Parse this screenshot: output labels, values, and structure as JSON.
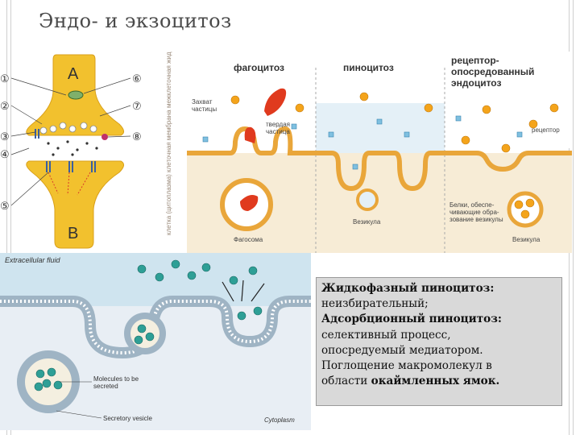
{
  "title": "Эндо- и экзоцитоз",
  "synapse": {
    "label_top": "A",
    "label_bottom": "B",
    "callouts_left": [
      "①",
      "②",
      "③",
      "④",
      "⑤"
    ],
    "callouts_right": [
      "⑥",
      "⑦",
      "⑧"
    ],
    "side_labels": [
      "межклеточная жидкость",
      "клеточная мембрана",
      "клетка (цитоплазма)"
    ]
  },
  "top_diagram": {
    "headers": {
      "phagocytosis": "фагоцитоз",
      "pinocytosis": "пиноцитоз",
      "receptor": "рецептор-опосредованный эндоцитоз"
    },
    "labels": {
      "capture": "Захват частицы",
      "solid": "твердая частица",
      "receptor": "рецептор",
      "phagosome": "Фагосома",
      "vesicle1": "Везикула",
      "proteins": "Белки, обеспе-чивающие обра-зование везикулы",
      "vesicle2": "Везикула"
    }
  },
  "bottom_diagram": {
    "extracellular": "Extracellular fluid",
    "molecules": "Molecules to be secreted",
    "secretory": "Secretory vesicle",
    "cytoplasm": "Cytoplasm"
  },
  "textbox": {
    "l1": "Жидкофазный пиноцитоз:",
    "l2": "неизбирательный;",
    "l3": "Адсорбционный пиноцитоз:",
    "l4": "селективный процесс,",
    "l5": "опосредуемый медиатором.",
    "l6a": "Поглощение макромолекул в",
    "l6b": "области ",
    "l6c": "окаймленных ямок."
  },
  "colors": {
    "synapse": "#f2c12e",
    "membrane": "#e9a63a",
    "cytoplasm": "#f7ecd6",
    "fluid": "#e4f0f7",
    "particle": "#e03a1e",
    "ligand": "#f4a41b",
    "bottom_bg": "#cfe4ef",
    "teal": "#2e9f96"
  }
}
